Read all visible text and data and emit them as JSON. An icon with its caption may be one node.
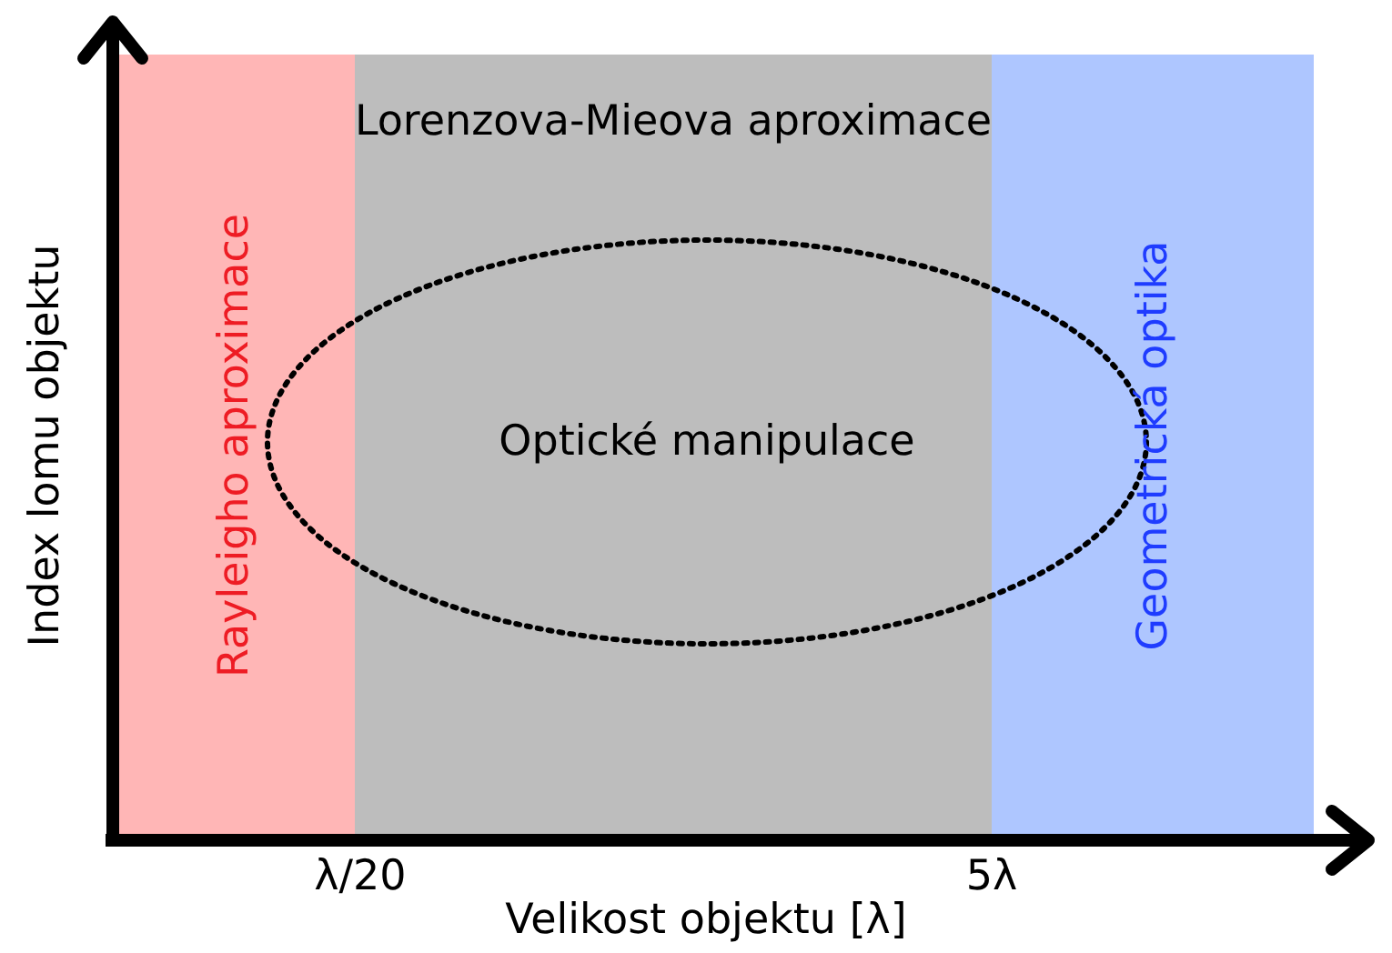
{
  "diagram": {
    "nodes": [
      {
        "text": [
          "Rayleigho aproximace"
        ]
      },
      {
        "text": [
          "Lorenzova-Mieova aproximace"
        ]
      },
      {
        "text": [
          "Geometrická optika"
        ]
      },
      {
        "text": [
          "Optické manipulace"
        ]
      }
    ],
    "labels": [
      "Index lomu objektu",
      "λ/20",
      "5λ",
      "Velikost objektu [λ]"
    ]
  }
}
